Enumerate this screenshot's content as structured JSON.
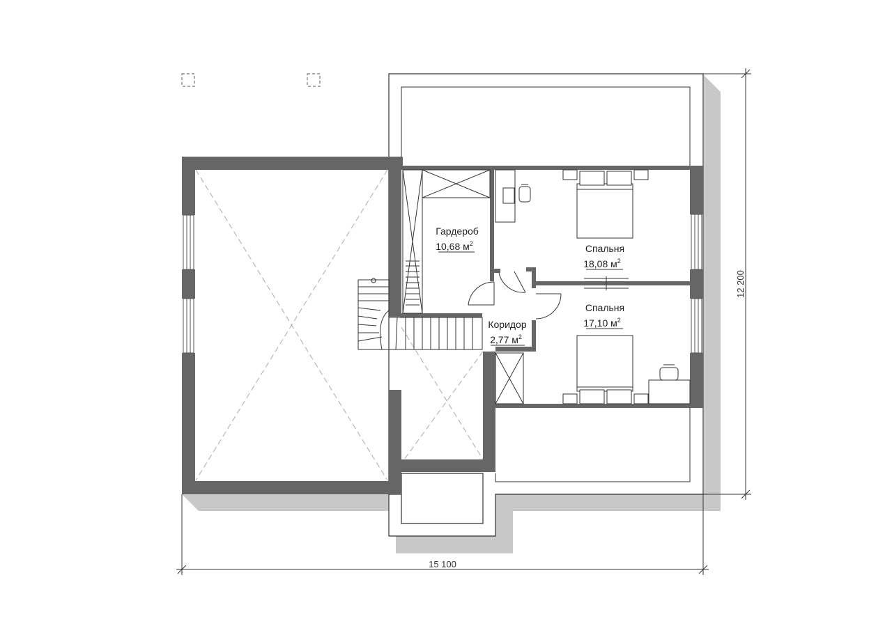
{
  "rooms": [
    {
      "name": "Гардероб",
      "area": "10,68 м",
      "unit_sup": "2"
    },
    {
      "name": "Спальня",
      "area": "18,08 м",
      "unit_sup": "2"
    },
    {
      "name": "Спальня",
      "area": "17,10 м",
      "unit_sup": "2"
    },
    {
      "name": "Коридор",
      "area": "2,77 м",
      "unit_sup": "2"
    }
  ],
  "dimensions": {
    "width": "15 100",
    "depth": "12 200"
  },
  "colors": {
    "wall": "#666666",
    "shadow": "#c8c8c8",
    "line": "#333333",
    "dashed": "#aaaaaa"
  }
}
